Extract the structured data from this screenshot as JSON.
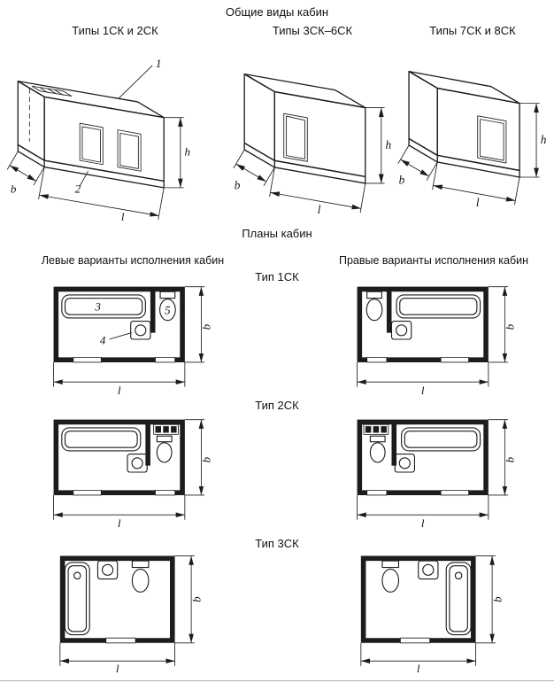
{
  "page": {
    "title": "Общие виды кабин",
    "plans_title": "Планы кабин"
  },
  "dims": {
    "b": "b",
    "l": "l",
    "h": "h"
  },
  "iso_views": [
    {
      "title": "Типы 1СК и 2СК",
      "callout_roof": "1",
      "callout_base": "2"
    },
    {
      "title": "Типы 3СК–6СК"
    },
    {
      "title": "Типы 7СК и 8СК"
    }
  ],
  "plans": {
    "title_left": "Левые варианты исполнения кабин",
    "title_right": "Правые варианты исполнения кабин",
    "rows": [
      {
        "label": "Тип 1СК",
        "callout_bath": "3",
        "callout_sink": "4",
        "callout_toilet": "5"
      },
      {
        "label": "Тип 2СК"
      },
      {
        "label": "Тип 3СК"
      }
    ]
  },
  "colors": {
    "line": "#1c1c1c",
    "background": "#ffffff"
  }
}
